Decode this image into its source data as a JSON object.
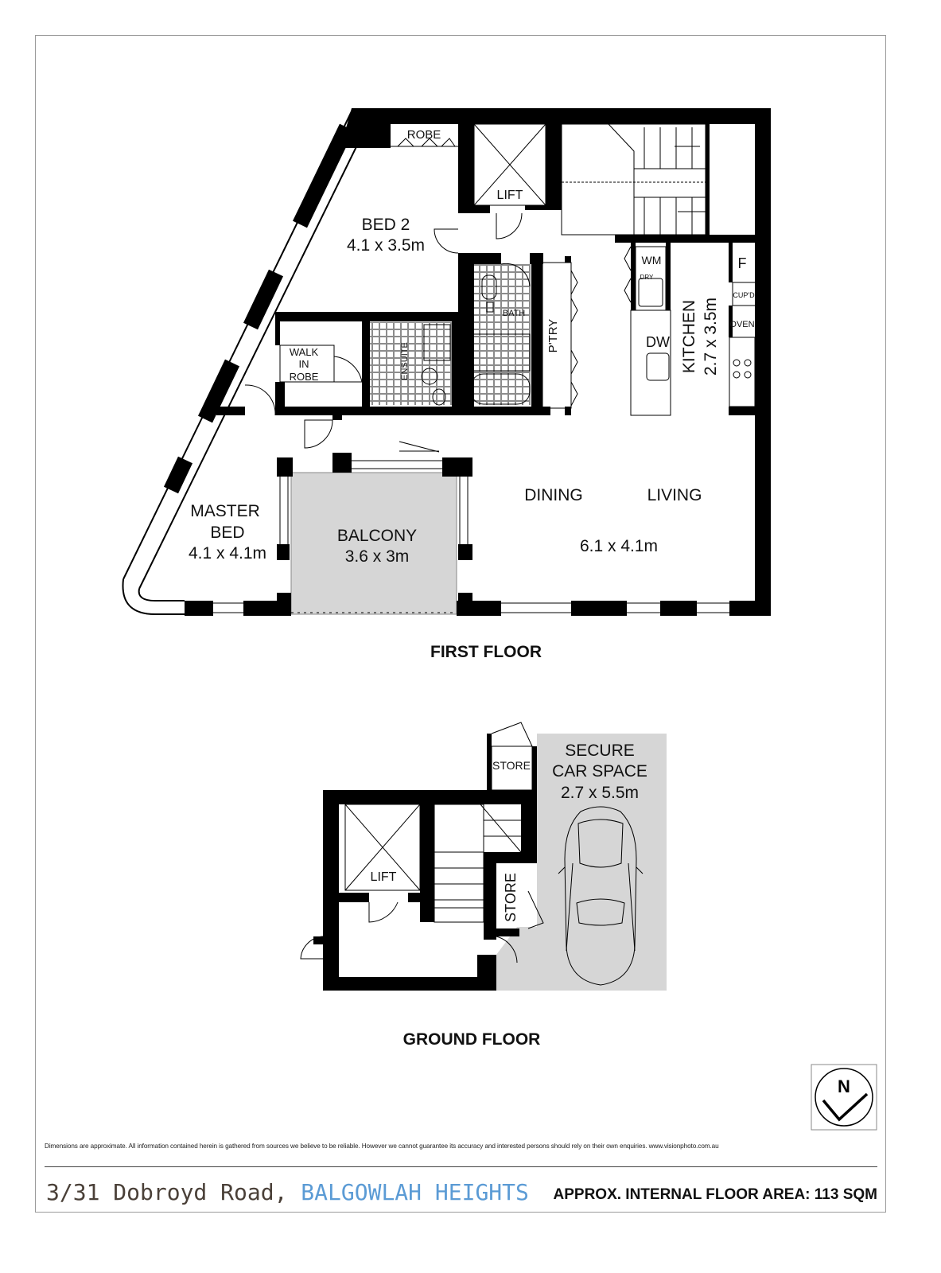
{
  "first_floor": {
    "title": "FIRST FLOOR",
    "rooms": {
      "robe": "ROBE",
      "lift": "LIFT",
      "bed2_name": "BED 2",
      "bed2_size": "4.1 x 3.5m",
      "wm": "WM",
      "dry": "DRY",
      "f": "F",
      "cupd": "CUP'D",
      "oven": "OVEN",
      "bath": "BATH",
      "ptry": "P'TRY",
      "ensuite": "ENSUITE",
      "walkin_1": "WALK",
      "walkin_2": "IN",
      "walkin_3": "ROBE",
      "dw": "DW",
      "kitchen_name": "KITCHEN",
      "kitchen_size": "2.7 x 3.5m",
      "master_1": "MASTER",
      "master_2": "BED",
      "master_size": "4.1 x 4.1m",
      "balcony_name": "BALCONY",
      "balcony_size": "3.6 x 3m",
      "dining": "DINING",
      "living": "LIVING",
      "living_size": "6.1 x 4.1m"
    }
  },
  "ground_floor": {
    "title": "GROUND FLOOR",
    "rooms": {
      "store_top": "STORE",
      "car_1": "SECURE",
      "car_2": "CAR SPACE",
      "car_size": "2.7 x 5.5m",
      "lift": "LIFT",
      "store_side": "STORE"
    }
  },
  "compass": {
    "label": "N",
    "icon": "north-arrow-icon"
  },
  "footer": {
    "disclaimer": "Dimensions are approximate. All information contained herein is gathered from sources we believe to be reliable. However we cannot guarantee its accuracy and interested persons should rely on their own enquiries. www.visionphoto.com.au",
    "address_street": "3/31 Dobroyd Road,",
    "address_suburb": "BALGOWLAH HEIGHTS",
    "area": "APPROX. INTERNAL FLOOR AREA: 113 SQM"
  },
  "colors": {
    "wall": "#000000",
    "shaded": "#d6d6d6",
    "tile": "#9a9a9a",
    "suburb": "#5b9bd5",
    "street": "#4a4038"
  }
}
